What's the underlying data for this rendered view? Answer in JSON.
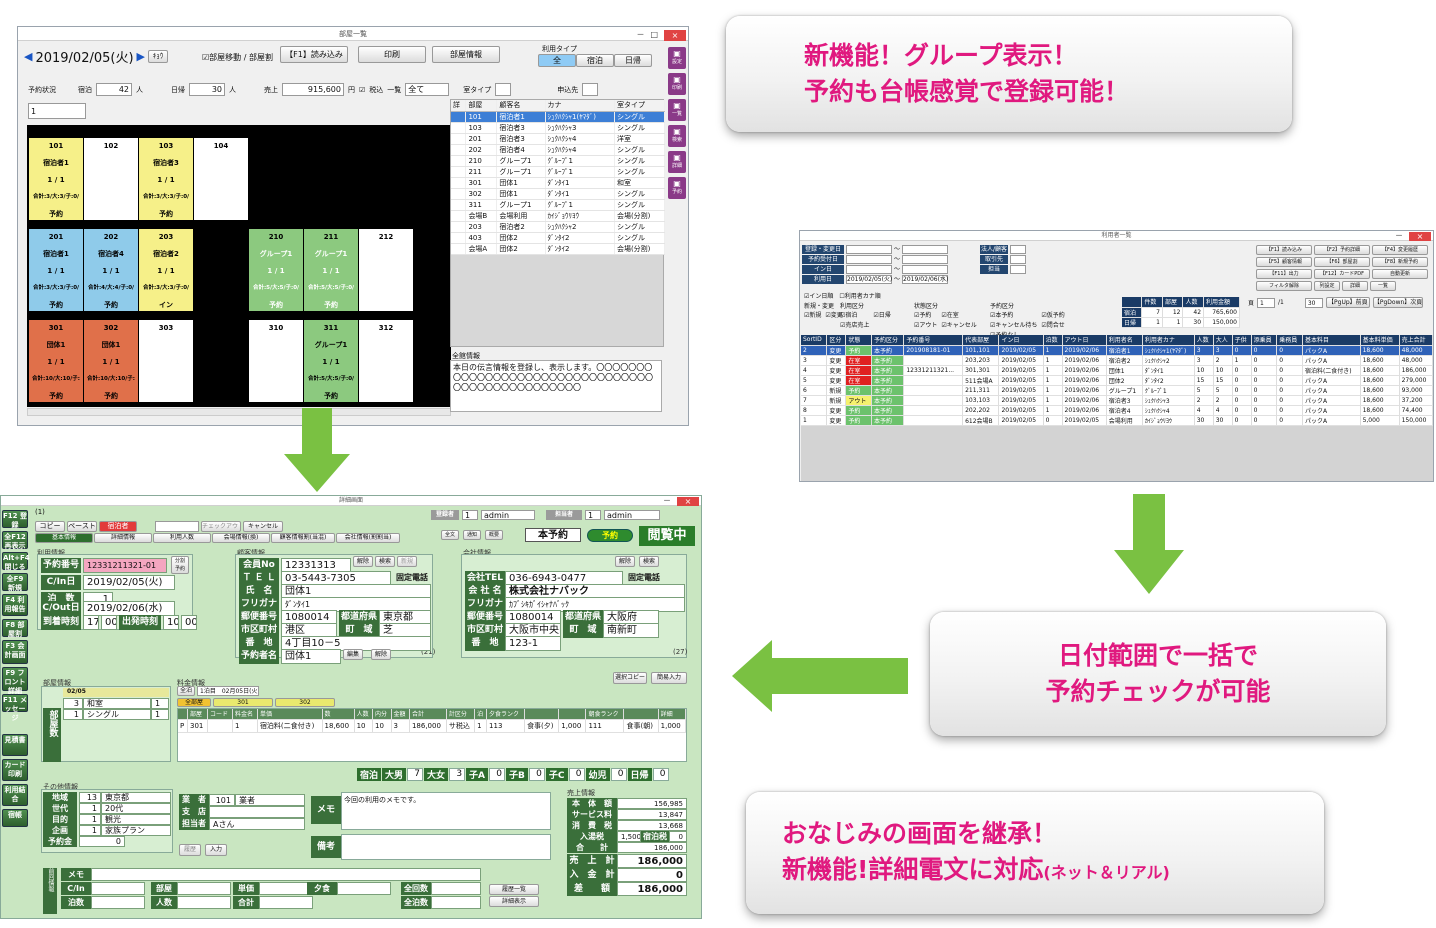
{
  "room_window": {
    "title": "部屋一覧",
    "date": "2019/02/05(火)",
    "today_btn": "ｷｮｳ",
    "move_check": "部屋移動 / 部屋割",
    "btn_read": "【F1】読み込み",
    "btn_print": "印刷",
    "btn_info": "部屋情報",
    "usage_label": "利用タイプ",
    "usage_all": "全",
    "usage_stay": "宿泊",
    "usage_day": "日帰",
    "status_label": "予約状況",
    "stay_label": "宿泊",
    "stay_val": "42",
    "stay_unit": "人",
    "day_label": "日帰",
    "day_val": "30",
    "day_unit": "人",
    "sales_label": "売上",
    "sales_val": "915,600",
    "sales_unit": "円",
    "tax_check": "税込",
    "list_label": "一覧",
    "list_val": "全て",
    "roomtype_label": "室タイプ",
    "applicant_label": "申込先",
    "count_val": "1",
    "rooms": [
      {
        "no": "101",
        "name": "宿泊者1",
        "count": "1 / 1",
        "total": "合計:3/大:3/子:0/",
        "status": "予約",
        "color": "#f6f089",
        "nameColor": "#000"
      },
      {
        "no": "102",
        "name": "",
        "count": "",
        "total": "",
        "status": "",
        "color": "#ffffff",
        "nameColor": "#000"
      },
      {
        "no": "103",
        "name": "宿泊者3",
        "count": "1 / 1",
        "total": "合計:3/大:3/子:0/",
        "status": "予約",
        "color": "#f6f089",
        "nameColor": "#000"
      },
      {
        "no": "104",
        "name": "",
        "count": "",
        "total": "",
        "status": "",
        "color": "#ffffff",
        "nameColor": "#000"
      },
      {
        "no": "201",
        "name": "宿泊者1",
        "count": "1 / 1",
        "total": "合計:3/大:3/子:0/",
        "status": "予約",
        "color": "#8fcbea",
        "nameColor": "#000"
      },
      {
        "no": "202",
        "name": "宿泊者4",
        "count": "1 / 1",
        "total": "合計:4/大:4/子:0/",
        "status": "予約",
        "color": "#8fcbea",
        "nameColor": "#000"
      },
      {
        "no": "203",
        "name": "宿泊者2",
        "count": "1 / 1",
        "total": "合計:3/大:3/子:0/",
        "status": "イン",
        "color": "#f6f089",
        "nameColor": "#000"
      },
      {
        "no": "210",
        "name": "グループ1",
        "count": "1 / 1",
        "total": "合計:5/大:5/子:0/",
        "status": "予約",
        "color": "#8cc97f",
        "nameColor": "#fff"
      },
      {
        "no": "211",
        "name": "グループ1",
        "count": "1 / 1",
        "total": "合計:5/大:5/子:0/",
        "status": "予約",
        "color": "#8cc97f",
        "nameColor": "#fff"
      },
      {
        "no": "212",
        "name": "",
        "count": "",
        "total": "",
        "status": "",
        "color": "#ffffff",
        "nameColor": "#000"
      },
      {
        "no": "301",
        "name": "団体1",
        "count": "1 / 1",
        "total": "合計:10/大:10/子:",
        "status": "予約",
        "color": "#e0704a",
        "nameColor": "#000"
      },
      {
        "no": "302",
        "name": "団体1",
        "count": "1 / 1",
        "total": "合計:10/大:10/子:",
        "status": "予約",
        "color": "#e0704a",
        "nameColor": "#000"
      },
      {
        "no": "303",
        "name": "",
        "count": "",
        "total": "",
        "status": "",
        "color": "#ffffff",
        "nameColor": "#000"
      },
      {
        "no": "310",
        "name": "",
        "count": "",
        "total": "",
        "status": "",
        "color": "#ffffff",
        "nameColor": "#000"
      },
      {
        "no": "311",
        "name": "グループ1",
        "count": "1 / 1",
        "total": "合計:5/大:5/子:0/",
        "status": "予約",
        "color": "#8cc97f",
        "nameColor": "#000"
      },
      {
        "no": "312",
        "name": "",
        "count": "",
        "total": "",
        "status": "",
        "color": "#ffffff",
        "nameColor": "#000"
      }
    ],
    "list_headers": [
      "詳",
      "部屋",
      "顧客名",
      "カナ",
      "室タイプ"
    ],
    "list_rows": [
      [
        "",
        "101",
        "宿泊者1",
        "ｼｭｸﾊｸｼｬ1(ﾔﾏﾀﾞ)",
        "シングル"
      ],
      [
        "",
        "103",
        "宿泊者3",
        "ｼｭｸﾊｸｼｬ3",
        "シングル"
      ],
      [
        "",
        "201",
        "宿泊者3",
        "ｼｭｸﾊｸｼｬ4",
        "洋室"
      ],
      [
        "",
        "202",
        "宿泊者4",
        "ｼｭｸﾊｸｼｬ4",
        "シングル"
      ],
      [
        "",
        "210",
        "グループ1",
        "ｸﾞﾙｰﾌﾟ1",
        "シングル"
      ],
      [
        "",
        "211",
        "グループ1",
        "ｸﾞﾙｰﾌﾟ1",
        "シングル"
      ],
      [
        "",
        "301",
        "団体1",
        "ﾀﾞﾝﾀｲ1",
        "和室"
      ],
      [
        "",
        "302",
        "団体1",
        "ﾀﾞﾝﾀｲ1",
        "シングル"
      ],
      [
        "",
        "311",
        "グループ1",
        "ｸﾞﾙｰﾌﾟ1",
        "シングル"
      ],
      [
        "",
        "会場B",
        "会場利用",
        "ｶｲｼﾞｮｳﾘﾖｳ",
        "会場(分割)"
      ],
      [
        "",
        "203",
        "宿泊者2",
        "ｼｭｸﾊｸｼｬ2",
        "シングル"
      ],
      [
        "",
        "403",
        "団体2",
        "ﾀﾞﾝﾀｲ2",
        "シングル"
      ],
      [
        "",
        "会場A",
        "団体2",
        "ﾀﾞﾝﾀｲ2",
        "会場(分割)"
      ]
    ],
    "memo_label": "全館情報",
    "memo_text": "本日の伝言情報を登録し、表示します。〇〇〇〇〇〇〇〇〇〇〇〇〇〇〇〇〇〇〇〇〇〇〇〇〇〇〇〇〇〇〇〇〇〇〇〇〇〇〇〇〇〇〇〇〇〇〇〇",
    "side_icons": [
      "設定",
      "印刷",
      "一覧",
      "検索",
      "詳細",
      "予約"
    ]
  },
  "callouts": {
    "c1": [
      "新機能！グループ表示！",
      "予約も台帳感覚で登録可能！"
    ],
    "c2": [
      "日付範囲で一括で",
      "予約チェックが可能"
    ],
    "c3a": "おなじみの画面を継承！",
    "c3b": "新機能!詳細電文に対応",
    "c3c": "(ネット＆リアル)"
  },
  "user_window": {
    "title": "利用者一覧",
    "f_labels": [
      "登録・変更日",
      "予約受付日",
      "イン日",
      "利用日"
    ],
    "f_date1": "2019/02/05(火)",
    "f_date2": "2019/02/06(水)",
    "r_labels": [
      "法人/顧客",
      "取引先",
      "担当"
    ],
    "buttons": [
      "【F1】読み込み",
      "【F2】予約詳細",
      "【F4】変更履歴",
      "【F5】顧客情報",
      "【F6】部屋割",
      "【F8】新規予約",
      "【F11】出力",
      "【F12】カードPDF",
      "自動更新",
      "フィルタ解除",
      "列設定",
      "詳細",
      "一覧"
    ],
    "chk_in": "イン日順",
    "chk_kana": "利用者カナ順",
    "g1_label": "新規・変更",
    "g1": [
      "新規",
      "変更"
    ],
    "g2_label": "利用区分",
    "g2": [
      "宿泊",
      "日帰",
      "売店売上"
    ],
    "g3_label": "状態区分",
    "g3": [
      "予約",
      "在室",
      "アウト",
      "キャンセル"
    ],
    "g4_label": "予約区分",
    "g4": [
      "本予約",
      "仮予約",
      "キャンセル待ち",
      "問合せ",
      "予約なし"
    ],
    "sum_headers": [
      "",
      "件数",
      "部屋",
      "人数",
      "利用金額"
    ],
    "sum_rows": [
      [
        "宿泊",
        "7",
        "12",
        "42",
        "765,600"
      ],
      [
        "日帰",
        "1",
        "1",
        "30",
        "150,000"
      ]
    ],
    "page_label": "頁",
    "page_val": "1",
    "page_of": "/1",
    "per_val": "30",
    "pgup": "【PgUp】前頁",
    "pgdn": "【PgDown】次頁",
    "grid_headers": [
      "SortID",
      "区分",
      "状態",
      "予約区分",
      "予約番号",
      "代表部屋",
      "イン日",
      "泊数",
      "アウト日",
      "利用者名",
      "利用者カナ",
      "人数",
      "大人",
      "子供",
      "添乗員",
      "乗務員",
      "基本料目",
      "基本料単価",
      "売上合計"
    ],
    "grid_rows": [
      [
        "2",
        "変更",
        "予約",
        "本予約",
        "201908181-01",
        "101,101",
        "2019/02/05",
        "1",
        "2019/02/06",
        "宿泊者1",
        "ｼｭｸﾊｸｼｬ1(ﾔﾏﾀﾞ)",
        "3",
        "3",
        "0",
        "0",
        "0",
        "パックA",
        "18,600",
        "48,000"
      ],
      [
        "3",
        "変更",
        "在室",
        "本予約",
        "",
        "203,203",
        "2019/02/05",
        "1",
        "2019/02/06",
        "宿泊者2",
        "ｼｭｸﾊｸｼｬ2",
        "3",
        "2",
        "1",
        "0",
        "0",
        "パックA",
        "18,600",
        "48,000"
      ],
      [
        "4",
        "変更",
        "在室",
        "本予約",
        "12331211321...",
        "301,301",
        "2019/02/05",
        "1",
        "2019/02/06",
        "団体1",
        "ﾀﾞﾝﾀｲ1",
        "10",
        "10",
        "0",
        "0",
        "0",
        "宿泊料(二食付き)",
        "18,600",
        "186,000"
      ],
      [
        "5",
        "変更",
        "在室",
        "本予約",
        "",
        "511会場A",
        "2019/02/05",
        "1",
        "2019/02/06",
        "団体2",
        "ﾀﾞﾝﾀｲ2",
        "15",
        "15",
        "0",
        "0",
        "0",
        "パックA",
        "18,600",
        "279,000"
      ],
      [
        "6",
        "新規",
        "予約",
        "本予約",
        "",
        "211,311",
        "2019/02/05",
        "1",
        "2019/02/06",
        "グループ1",
        "ｸﾞﾙｰﾌﾟ1",
        "5",
        "5",
        "0",
        "0",
        "0",
        "パックA",
        "18,600",
        "93,000"
      ],
      [
        "7",
        "新規",
        "アウト",
        "本予約",
        "",
        "103,103",
        "2019/02/05",
        "1",
        "2019/02/06",
        "宿泊者3",
        "ｼｭｸﾊｸｼｬ3",
        "2",
        "2",
        "0",
        "0",
        "0",
        "パックA",
        "18,600",
        "37,200"
      ],
      [
        "8",
        "変更",
        "予約",
        "本予約",
        "",
        "202,202",
        "2019/02/05",
        "1",
        "2019/02/06",
        "宿泊者4",
        "ｼｭｸﾊｸｼｬ4",
        "4",
        "4",
        "0",
        "0",
        "0",
        "パックA",
        "18,600",
        "74,400"
      ],
      [
        "1",
        "変更",
        "予約",
        "本予約",
        "",
        "612会場B",
        "2019/02/05",
        "0",
        "2019/02/05",
        "会場利用",
        "ｶｲｼﾞｮｳﾘﾖｳ",
        "30",
        "30",
        "0",
        "0",
        "0",
        "パックA",
        "5,000",
        "150,000"
      ]
    ]
  },
  "detail_window": {
    "title": "詳細画面",
    "side_btns": [
      "F12 登録",
      "全F12 再表示",
      "Alt+F4 閉じる",
      "全F9 新規",
      "F4 利用報告",
      "F8 部屋割",
      "F3 会計画面",
      "F9 フロント詳細",
      "F11 メッセージ",
      "見積書",
      "カード印刷",
      "利用結合",
      "宿帳"
    ],
    "top_btns": [
      "コピー",
      "ペースト",
      "宿泊者"
    ],
    "tabs": [
      "基本情報",
      "詳細情報",
      "利用人数",
      "会場情報(換)",
      "顧客情報割(当混)",
      "会社情報(割割当)"
    ],
    "reg_label": "登録者",
    "reg_no": "1",
    "reg_name": "admin",
    "mod_label": "担当者",
    "mod_no": "1",
    "mod_name": "admin",
    "small_btns": [
      "全文",
      "通知",
      "概要"
    ],
    "status_label": "本予約",
    "yoyaku_btn": "予約",
    "view_label": "閲覧中",
    "sec_usage": "利用情報",
    "sec_customer": "顧客情報",
    "sec_company": "会社情報",
    "yoyaku_no_label": "予約番号",
    "yoyaku_no": "12331211321-01",
    "cin_label": "C/In日",
    "cin": "2019/02/05(火)",
    "nights_label": "泊　数",
    "nights": "1",
    "cout_label": "C/Out日",
    "cout": "2019/02/06(水)",
    "arr_label": "到着時刻",
    "arr_h": "17",
    "arr_m": "00",
    "dep_label": "出発時刻",
    "dep_h": "10",
    "dep_m": "00",
    "member_label": "会員No",
    "member": "12331313",
    "tel_label": "Ｔ Ｅ Ｌ",
    "tel": "03-5443-7305",
    "tel_type": "固定電話",
    "name_label": "氏　名",
    "name": "団体1",
    "kana_label": "フリガナ",
    "kana": "ﾀﾞﾝﾀｲ1",
    "zip_label": "郵便番号",
    "zip": "1080014",
    "pref_label": "都道府県",
    "pref": "東京都",
    "city_label": "市区町村",
    "city": "港区",
    "town_label": "町　域",
    "town": "芝",
    "addr_label": "番　地",
    "addr": "4丁目10－5",
    "rep_label": "予約者名",
    "rep": "団体1",
    "cbtn": [
      "解除",
      "検索",
      "新規",
      "編集",
      "解除"
    ],
    "cust_page": "(21)",
    "ctel_label": "会社TEL",
    "ctel": "036-6943-0477",
    "ctel_type": "固定電話",
    "cname_label": "会 社 名",
    "cname": "株式会社ナバック",
    "ckana_label": "フリガナ",
    "ckana": "ｶﾌﾞｼｷｶﾞｲｼｬﾅﾊﾞｯｸ",
    "czip_label": "郵便番号",
    "czip": "1080014",
    "cpref_label": "都道府県",
    "cpref": "大阪府",
    "ccity_label": "市区町村",
    "ccity": "大阪市中央区",
    "ctown_label": "町　域",
    "ctown": "南新町",
    "caddr_label": "番　地",
    "caddr": "123-1",
    "comp_page": "(27)",
    "sec_room": "部屋情報",
    "room_date": "02/05",
    "room_rows": [
      [
        "3",
        "和室",
        "1"
      ],
      [
        "1",
        "シングル",
        "1"
      ]
    ],
    "room_side": "部屋数",
    "sec_fee": "料金情報",
    "fee_all": "全泊",
    "fee_day": "1泊目　02月05日(火)",
    "fee_tabs": [
      "全部屋",
      "301",
      "302"
    ],
    "copy_btn": "選択コピー",
    "simple_btn": "簡易入力",
    "fee_headers": [
      "",
      "部屋",
      "コード",
      "料金名",
      "単価",
      "数",
      "人数",
      "内分",
      "金額",
      "合計",
      "計区分",
      "泊",
      "夕食ランク",
      "",
      "",
      "朝食ランク",
      "",
      "詳細"
    ],
    "fee_row": [
      "P",
      "301",
      "",
      "1",
      "宿泊料(二食付き)",
      "18,600",
      "10",
      "10",
      "3",
      "186,000",
      "サ税込",
      "1",
      "113",
      "食事(夕)",
      "1,000",
      "111",
      "食事(朝)",
      "1,000"
    ],
    "count_bar": [
      [
        "宿泊",
        "大男",
        "7"
      ],
      [
        "大女",
        "3"
      ],
      [
        "子A",
        "0"
      ],
      [
        "子B",
        "0"
      ],
      [
        "子C",
        "0"
      ],
      [
        "幼児",
        "0"
      ],
      [
        "日帰",
        "0"
      ]
    ],
    "sec_other": "その他情報",
    "other_labels": [
      "地域",
      "世代",
      "目的",
      "企画",
      "予約金"
    ],
    "other_nos": [
      "13",
      "1",
      "1",
      "1",
      ""
    ],
    "other_vals": [
      "東京都",
      "20代",
      "観光",
      "家族プラン",
      "0"
    ],
    "agent_labels": [
      "業　者",
      "支　店",
      "担当者"
    ],
    "agent_no": "101",
    "agent_name": "業者",
    "agent_staff": "Aさん",
    "memo_label": "メモ",
    "memo_text": "今回の利用のメモです。",
    "note_label": "備考",
    "hist_btn": "履歴",
    "input_btn": "入力",
    "sec_sales": "売上情報",
    "sales": [
      [
        "本　体　額",
        "156,985"
      ],
      [
        "サービス料",
        "13,847"
      ],
      [
        "消　費　税",
        "13,668"
      ],
      [
        "入湯税",
        "1,500",
        "宿泊税",
        "0"
      ],
      [
        "合　　計",
        "186,000"
      ]
    ],
    "sales_big": [
      [
        "売　上　計",
        "186,000"
      ],
      [
        "入　金　計",
        "0"
      ],
      [
        "差　　額",
        "186,000"
      ]
    ],
    "bottom_left": "前回情報",
    "bottom_labels": [
      "メモ",
      "C/In",
      "泊数",
      "部屋",
      "人数",
      "単価",
      "合計",
      "夕食",
      "",
      "全回数",
      "全泊数"
    ],
    "bottom_btns": [
      "履歴一覧",
      "詳細表示"
    ]
  }
}
